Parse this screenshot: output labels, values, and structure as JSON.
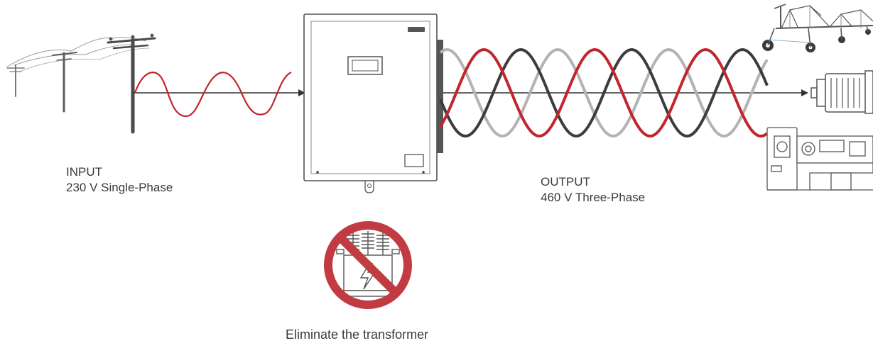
{
  "input": {
    "title": "INPUT",
    "spec": "230 V Single-Phase"
  },
  "output": {
    "title": "OUTPUT",
    "spec": "460 V Three-Phase"
  },
  "caption": "Eliminate the transformer",
  "colors": {
    "phase_red": "#c0262c",
    "phase_dark": "#3c3c3e",
    "phase_light": "#b3b3b3",
    "prohibit": "#c23b42",
    "line_art": "#555555"
  },
  "icons": [
    "utility-pole-icon",
    "phase-converter-icon",
    "transformer-icon",
    "no-symbol-icon",
    "irrigation-pivot-icon",
    "electric-motor-icon",
    "lathe-icon"
  ]
}
